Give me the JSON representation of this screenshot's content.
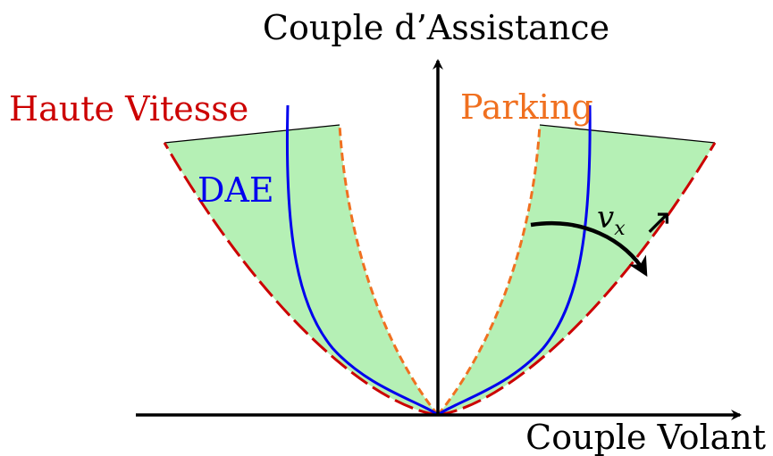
{
  "axes": {
    "vertical_label": "Couple d’Assistance",
    "horizontal_label": "Couple Volant"
  },
  "curves": {
    "high_speed": {
      "label": "Haute Vitesse",
      "color": "#cc0000"
    },
    "parking": {
      "label": "Parking",
      "color": "#f07020"
    },
    "dae": {
      "label": "DAE",
      "color": "#0000ee"
    }
  },
  "region": {
    "fill_color": "#b5f0b5"
  },
  "annotation": {
    "variable": "v",
    "subscript": "x",
    "arrow_glyph": "↗"
  }
}
